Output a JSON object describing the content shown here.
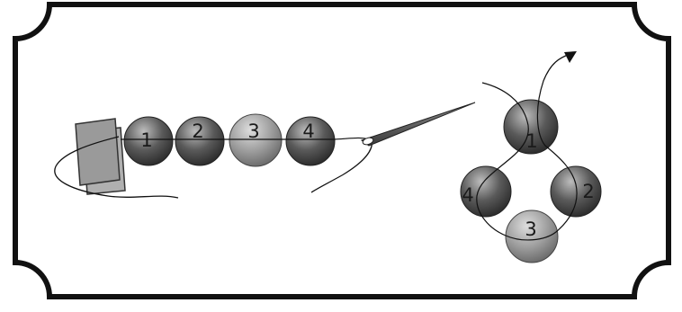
{
  "diagram": {
    "colors": {
      "background": "#ffffff",
      "border": "#111111",
      "dark_bead": "#4a4a4a",
      "light_bead": "#8a8a8a",
      "thread": "#111111",
      "needle": "#555555",
      "stopper": "#9a9a9a"
    },
    "strand": {
      "beads": [
        {
          "label": "1",
          "tone": "dark"
        },
        {
          "label": "2",
          "tone": "dark"
        },
        {
          "label": "3",
          "tone": "light"
        },
        {
          "label": "4",
          "tone": "dark"
        }
      ]
    },
    "ring": {
      "beads": [
        {
          "label": "1",
          "tone": "dark"
        },
        {
          "label": "2",
          "tone": "dark"
        },
        {
          "label": "3",
          "tone": "light"
        },
        {
          "label": "4",
          "tone": "dark"
        }
      ]
    }
  }
}
